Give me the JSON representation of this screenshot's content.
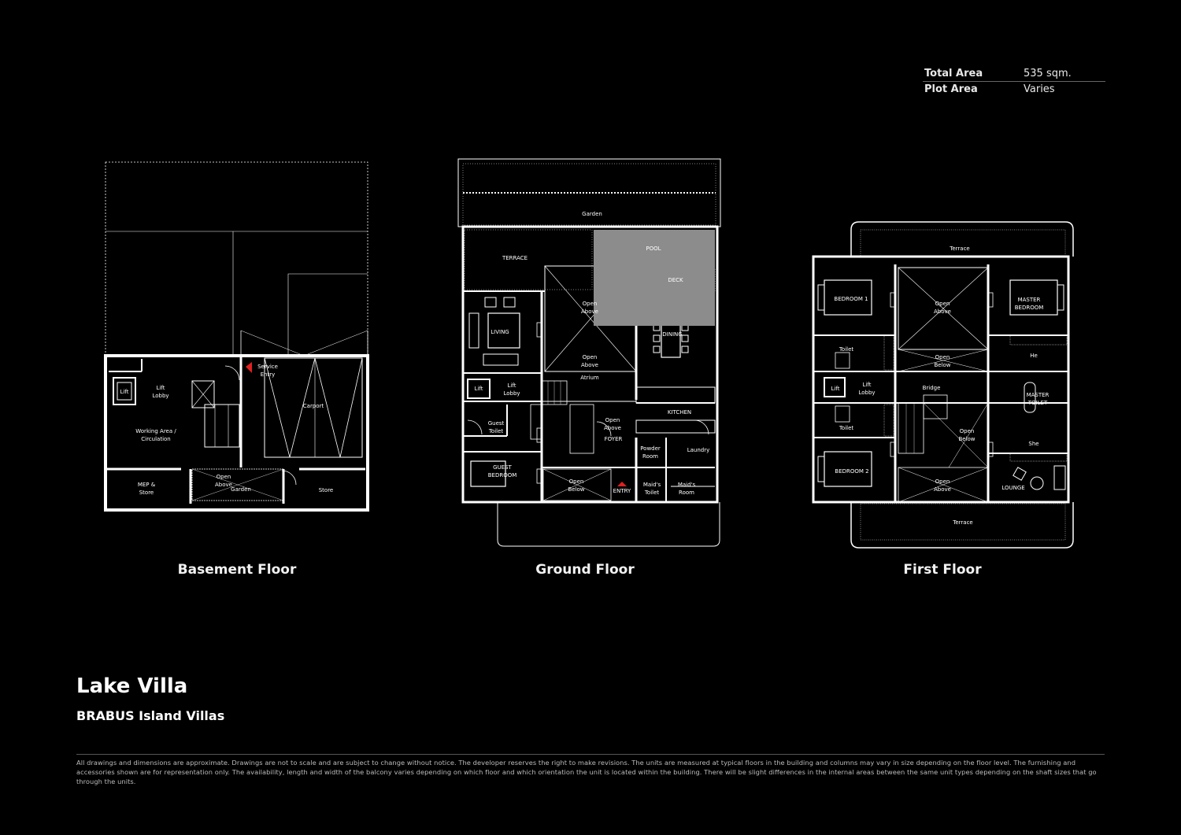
{
  "area_table": {
    "rows": [
      {
        "label": "Total Area",
        "value": "535 sqm."
      },
      {
        "label": "Plot Area",
        "value": "Varies"
      }
    ]
  },
  "floors": {
    "basement": {
      "title": "Basement Floor",
      "rooms": {
        "lift": "Lift",
        "lift_lobby_1": "Lift",
        "lift_lobby_2": "Lobby",
        "service_entry_1": "Service",
        "service_entry_2": "Entry",
        "carport": "Carport",
        "working_area_1": "Working Area /",
        "working_area_2": "Circulation",
        "mep_1": "MEP &",
        "mep_2": "Store",
        "open_above_1": "Open",
        "open_above_2": "Above",
        "garden": "Garden",
        "store": "Store"
      }
    },
    "ground": {
      "title": "Ground Floor",
      "rooms": {
        "garden": "Garden",
        "pool": "POOL",
        "terrace": "TERRACE",
        "deck": "DECK",
        "open_above_1": "Open",
        "open_above_2": "Above",
        "living": "LIVING",
        "dining": "DINING",
        "open_above_b1": "Open",
        "open_above_b2": "Above",
        "atrium": "Atrium",
        "lift": "Lift",
        "lift_lobby_1": "Lift",
        "lift_lobby_2": "Lobby",
        "kitchen": "KITCHEN",
        "guest_toilet_1": "Guest",
        "guest_toilet_2": "Toilet",
        "open_above_c1": "Open",
        "open_above_c2": "Above",
        "foyer": "FOYER",
        "powder_1": "Powder",
        "powder_2": "Room",
        "laundry": "Laundry",
        "guest_bedroom_1": "GUEST",
        "guest_bedroom_2": "BEDROOM",
        "open_below_1": "Open",
        "open_below_2": "Below",
        "entry": "ENTRY",
        "maids_toilet_1": "Maid's",
        "maids_toilet_2": "Toilet",
        "maids_room_1": "Maid's",
        "maids_room_2": "Room"
      }
    },
    "first": {
      "title": "First Floor",
      "rooms": {
        "terrace_top": "Terrace",
        "bedroom1": "BEDROOM 1",
        "open_above_1": "Open",
        "open_above_2": "Above",
        "master_bedroom_1": "MASTER",
        "master_bedroom_2": "BEDROOM",
        "toilet_a": "Toilet",
        "open_below_1": "Open",
        "open_below_2": "Below",
        "he": "He",
        "lift": "Lift",
        "lift_lobby_1": "Lift",
        "lift_lobby_2": "Lobby",
        "bridge": "Bridge",
        "master_toilet_1": "MASTER",
        "master_toilet_2": "TOILET",
        "toilet_b": "Toilet",
        "open_below_b1": "Open",
        "open_below_b2": "Below",
        "she": "She",
        "bedroom2": "BEDROOM 2",
        "open_above_b1": "Open",
        "open_above_b2": "Above",
        "lounge": "LOUNGE",
        "terrace_bottom": "Terrace"
      }
    }
  },
  "project": {
    "title": "Lake Villa",
    "subtitle": "BRABUS Island Villas"
  },
  "disclaimer": "All drawings and dimensions are approximate. Drawings are not to scale and are subject to change without notice. The developer reserves the right to make revisions. The units are measured at typical floors in the building and columns may vary in size depending on the floor level. The furnishing and accessories shown are for representation only. The availability, length and width of the balcony varies depending on which floor and which orientation the unit is located within the building. There will be slight differences in the internal areas between the same unit types depending on the shaft sizes that go through the units.",
  "colors": {
    "background": "#000000",
    "line": "#ffffff",
    "pool": "#8c8c8c",
    "entry_marker": "#e02020"
  }
}
